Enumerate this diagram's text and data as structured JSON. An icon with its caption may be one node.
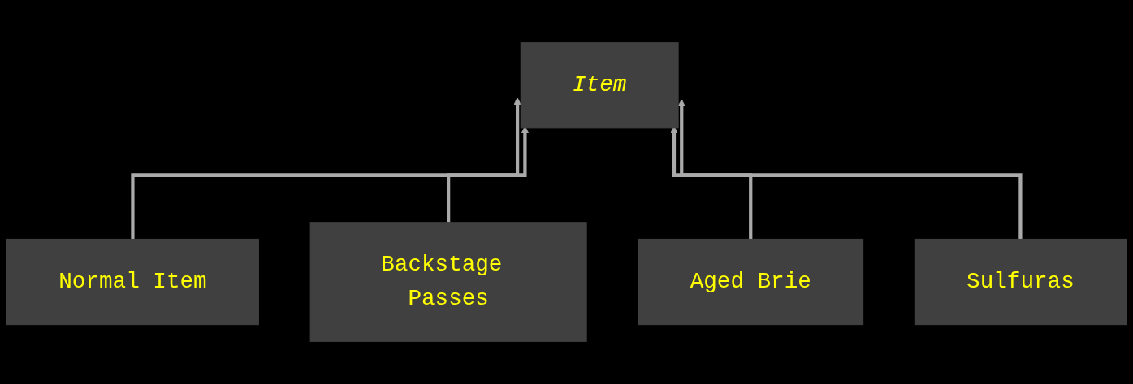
{
  "diagram": {
    "nodes": [
      {
        "text": [
          "Item"
        ]
      },
      {
        "text": [
          "Normal Item"
        ]
      },
      {
        "text": [
          "Backstage Passes"
        ]
      },
      {
        "text": [
          "Aged Brie"
        ]
      },
      {
        "text": [
          "Sulfuras"
        ]
      }
    ],
    "edges": [
      {
        "from": 1,
        "to": 0,
        "arrow": "to"
      },
      {
        "from": 2,
        "to": 0,
        "arrow": "to"
      },
      {
        "from": 3,
        "to": 0,
        "arrow": "to"
      },
      {
        "from": 4,
        "to": 0,
        "arrow": "to"
      }
    ]
  }
}
